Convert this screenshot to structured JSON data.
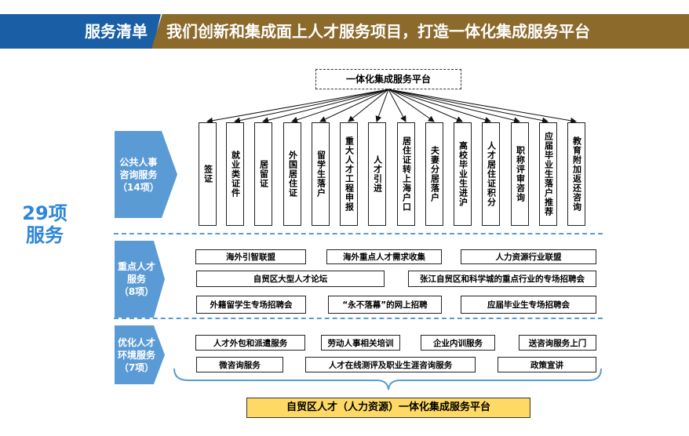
{
  "header": {
    "section": "服务清单",
    "title": "我们创新和集成面上人才服务项目，打造一体化集成服务平台"
  },
  "top_platform": "一体化集成服务平台",
  "total": {
    "line1": "29项",
    "line2": "服务"
  },
  "categories": [
    {
      "label": "公共人事\n咨询服务\n（14项）",
      "items": [
        "签证",
        "就业类证件",
        "居留证",
        "外国居住证",
        "留学生落户",
        "重大人才工程申报",
        "人才引进",
        "居住证转上海户口",
        "夫妻分居落户",
        "高校毕业生进沪",
        "人才居住证积分",
        "职称评审咨询",
        "应届毕业生落户推荐",
        "教育附加返还咨询"
      ]
    },
    {
      "label": "重点人才\n服务\n（8项）",
      "items": [
        "海外引智联盟",
        "海外重点人才需求收集",
        "人力资源行业联盟",
        "自贸区大型人才论坛",
        "张江自贸区和科学城的重点行业的专场招聘会",
        "外籍留学生专场招聘会",
        "“永不落幕”的网上招聘",
        "应届毕业生专场招聘会"
      ]
    },
    {
      "label": "优化人才\n环境服务\n（7项）",
      "items": [
        "人才外包和派遣服务",
        "劳动人事相关培训",
        "企业内训服务",
        "送咨询服务上门",
        "微咨询服务",
        "人才在线测评及职业生涯咨询服务",
        "政策宣讲"
      ]
    }
  ],
  "bottom_platform": "自贸区人才（人力资源）一体化集成服务平台",
  "colors": {
    "blue": "#1a5ea6",
    "brown": "#8b6a2c",
    "category": "#5b9bd5",
    "highlight": "#ffd966"
  }
}
